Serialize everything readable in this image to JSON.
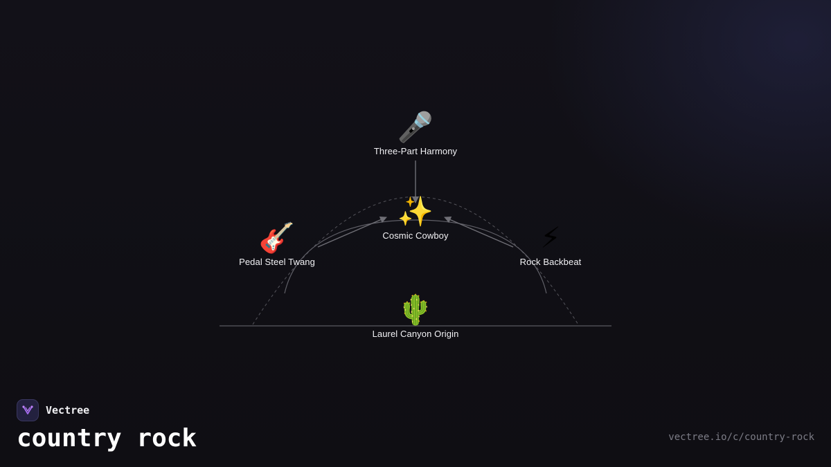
{
  "diagram": {
    "nodes": {
      "harmony": {
        "emoji": "🎤",
        "label": "Three-Part Harmony",
        "icon": "microphone-icon"
      },
      "cosmic": {
        "emoji": "✨",
        "label": "Cosmic Cowboy",
        "icon": "sparkles-icon"
      },
      "pedal": {
        "emoji": "🎸",
        "label": "Pedal Steel Twang",
        "icon": "guitar-icon"
      },
      "rock": {
        "emoji": "⚡",
        "label": "Rock Backbeat",
        "icon": "lightning-icon"
      },
      "origin": {
        "emoji": "🌵",
        "label": "Laurel Canyon Origin",
        "icon": "cactus-icon"
      }
    }
  },
  "brand": {
    "name": "Vectree",
    "icon": "vectree-logo-icon",
    "accent": "#8b5cf6"
  },
  "page": {
    "title": "country rock",
    "url": "vectree.io/c/country-rock"
  }
}
